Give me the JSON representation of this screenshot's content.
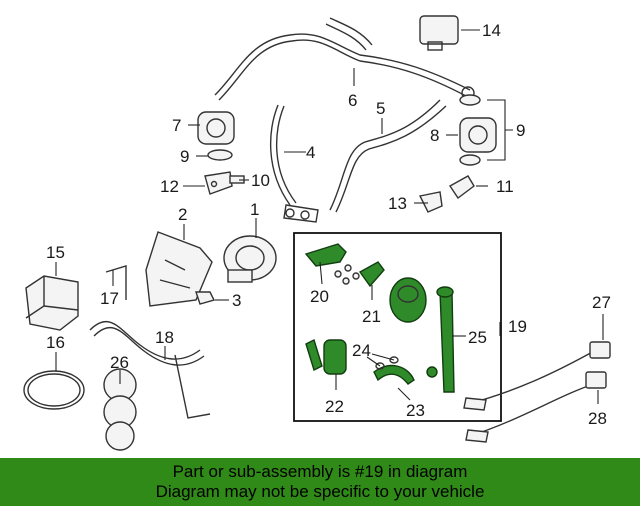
{
  "callouts": {
    "c1": "1",
    "c2": "2",
    "c3": "3",
    "c4": "4",
    "c5": "5",
    "c6": "6",
    "c7": "7",
    "c8": "8",
    "c9a": "9",
    "c9b": "9",
    "c10": "10",
    "c11": "11",
    "c12": "12",
    "c13": "13",
    "c14": "14",
    "c15": "15",
    "c16": "16",
    "c17": "17",
    "c18": "18",
    "c19": "19",
    "c20": "20",
    "c21": "21",
    "c22": "22",
    "c23": "23",
    "c24": "24",
    "c25": "25",
    "c26": "26",
    "c27": "27",
    "c28": "28"
  },
  "highlight_color": "#2f8a2a",
  "banner": {
    "line1": "Part or sub-assembly is #19 in diagram",
    "line2": "Diagram may not be specific to your vehicle",
    "color": "#2f8a17"
  }
}
